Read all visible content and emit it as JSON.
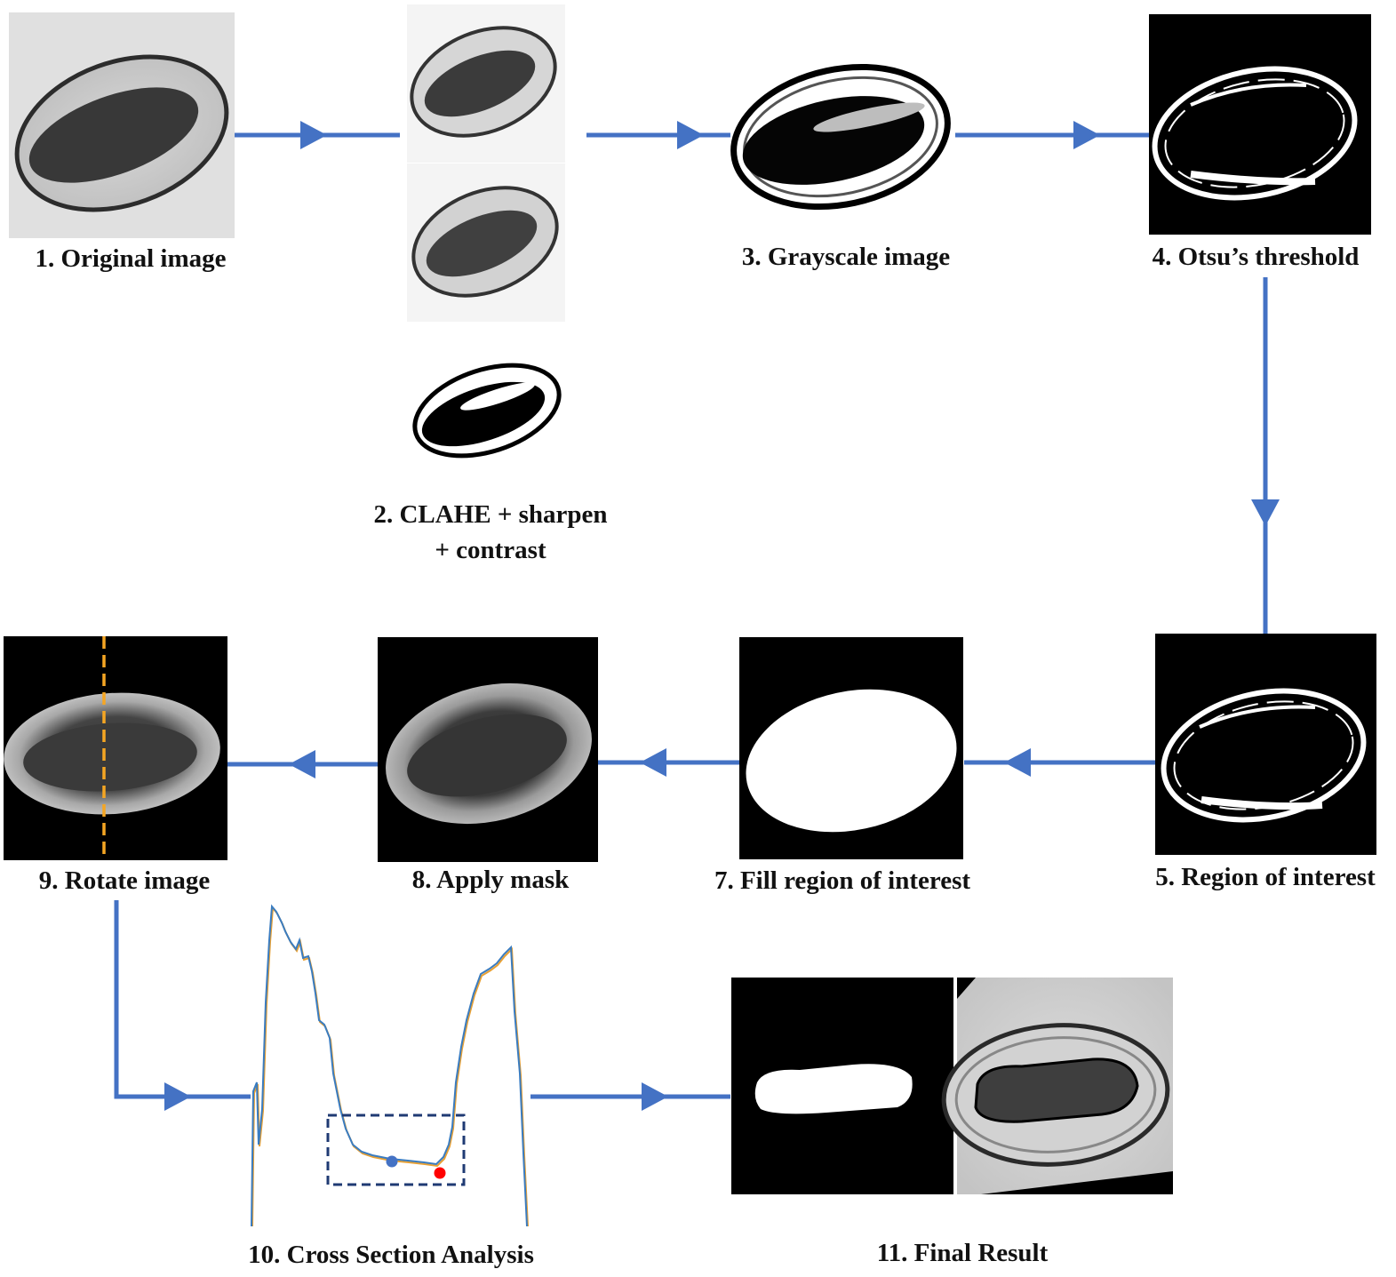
{
  "colors": {
    "arrow": "#4472C4",
    "rotation_line": "#F5A623",
    "roi_box": "#1F3A73",
    "trace_blue": "#3A7CC0",
    "trace_orange": "#E8A033",
    "marker_blue": "#4472C4",
    "marker_red": "#FF0000"
  },
  "steps": {
    "s1": {
      "label": "1. Original image",
      "icon": "pollen-grain-original"
    },
    "s2": {
      "label_line1": "2. CLAHE + sharpen",
      "label_line2": "+ contrast",
      "icon": "pollen-grain-enhanced-stack"
    },
    "s3": {
      "label": "3. Grayscale image",
      "icon": "pollen-grain-grayscale"
    },
    "s4": {
      "label": "4. Otsu’s threshold",
      "icon": "pollen-grain-binary-outline"
    },
    "s5": {
      "label": "5. Region of interest",
      "icon": "pollen-grain-roi-outline"
    },
    "s7": {
      "label": "7. Fill region of interest",
      "icon": "filled-mask"
    },
    "s8": {
      "label": "8. Apply mask",
      "icon": "masked-pollen-grain"
    },
    "s9": {
      "label": "9. Rotate image",
      "icon": "rotated-pollen-grain"
    },
    "s10": {
      "label": "10. Cross Section Analysis",
      "icon": "cross-section-profile"
    },
    "s11": {
      "label": "11. Final Result",
      "icon": "final-segmentation"
    }
  }
}
